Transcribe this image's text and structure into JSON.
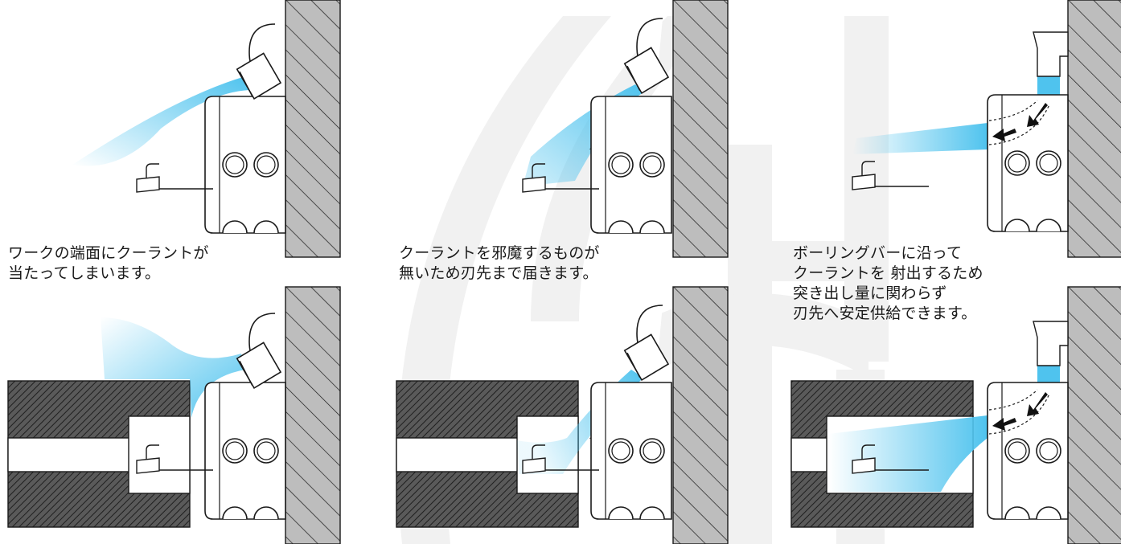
{
  "captions": {
    "panel1": {
      "line1": "ワークの端面にクーラントが",
      "line2": "当たってしまいます。"
    },
    "panel2": {
      "line1": "クーラントを邪魔するものが",
      "line2": "無いため刃先まで届きます。"
    },
    "panel3": {
      "line1": "ボーリングバーに沿って",
      "line2": "クーラントを 射出するため",
      "line3": "突き出し量に関わらず",
      "line4": "刃先へ安定供給できます。"
    }
  },
  "colors": {
    "coolant": "#4fc3ee",
    "wall_fill": "#bdbdbd",
    "workpiece_fill": "#555555",
    "watermark": "#e6e6e6",
    "outline": "#1a1a1a"
  }
}
